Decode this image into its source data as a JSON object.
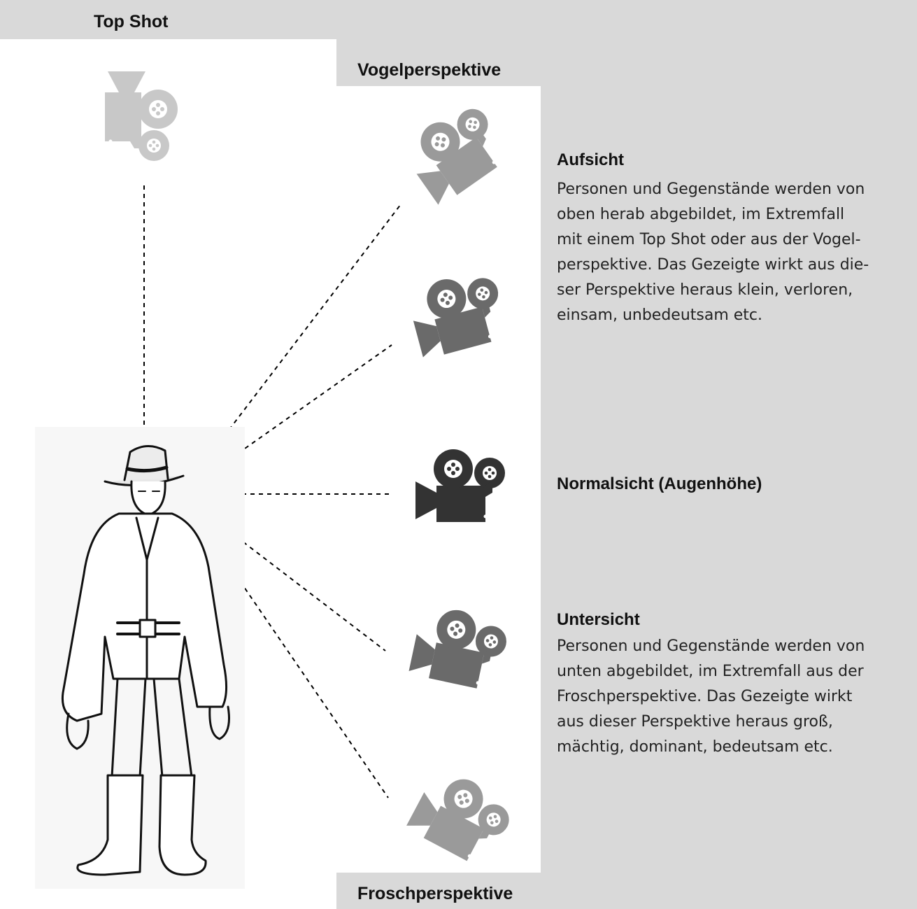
{
  "labels": {
    "top_shot": "Top Shot",
    "vogelperspektive": "Vogelperspektive",
    "froschperspektive": "Froschperspektive"
  },
  "aufsicht": {
    "heading": "Aufsicht",
    "lines": [
      "Personen und Gegenstände werden von",
      "oben herab abgebildet, im Extremfall",
      "mit einem Top Shot oder aus der Vogel-",
      "perspektive. Das Gezeigte wirkt aus die-",
      "ser Perspektive heraus klein, verloren,",
      "einsam, unbedeutsam  etc."
    ]
  },
  "normalsicht": {
    "heading": "Normalsicht (Augenhöhe)"
  },
  "untersicht": {
    "heading": "Untersicht",
    "lines": [
      "Personen und Gegenstände werden von",
      "unten abgebildet, im Extremfall aus der",
      "Froschperspektive. Das Gezeigte wirkt",
      "aus dieser Perspektive heraus groß,",
      "mächtig, dominant, bedeutsam  etc."
    ]
  },
  "icons": {
    "camera": "camera-icon",
    "figure": "cowboy-figure"
  },
  "colors": {
    "panel_gray": "#d9d9d9",
    "camera_top_shot": "#c8c8c8",
    "camera_vogel": "#9a9a9a",
    "camera_aufsicht": "#6a6a6a",
    "camera_normal": "#333333",
    "camera_untersicht": "#6a6a6a",
    "camera_frosch": "#9a9a9a"
  }
}
